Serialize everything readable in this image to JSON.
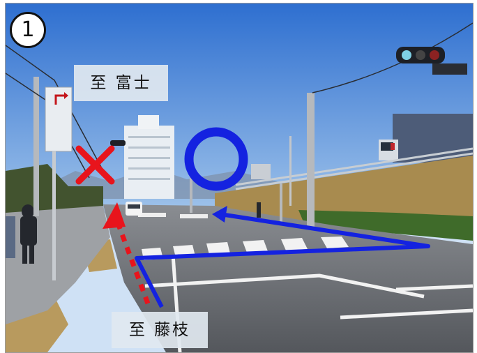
{
  "photo": {
    "number_badge": "1",
    "label_fuji": "至 富士",
    "label_fujieda": "至 藤枝"
  },
  "marks": {
    "ok_mark": "circle",
    "ng_mark": "cross",
    "route_color": "#1422e0",
    "blocked_color": "#e8141c",
    "arrow_walk_color": "#e8141c"
  },
  "colors": {
    "sky": "#3f7fd6",
    "road": "#6b6e72",
    "grass": "#a88b4f"
  }
}
